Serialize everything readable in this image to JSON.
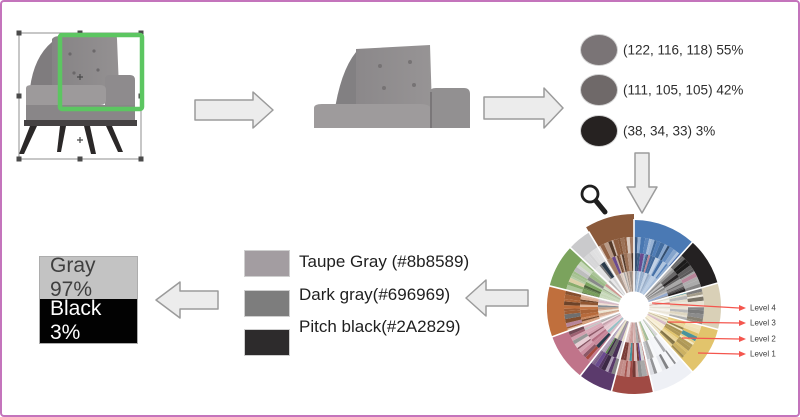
{
  "frame": {
    "border_color": "#c474bc",
    "background": "#ffffff"
  },
  "pipeline": {
    "clusters": [
      {
        "text": "(122, 116, 118) 55%",
        "rgb": [
          122,
          116,
          118
        ],
        "percent": "55%",
        "color": "#7a7476"
      },
      {
        "text": "(111, 105, 105) 42%",
        "rgb": [
          111,
          105,
          105
        ],
        "percent": "42%",
        "color": "#6f6969"
      },
      {
        "text": "(38, 34, 33) 3%",
        "rgb": [
          38,
          34,
          33
        ],
        "percent": "3%",
        "color": "#262221"
      }
    ],
    "palette": [
      {
        "label": "Taupe Gray (#8b8589)",
        "hex": "#8b8589",
        "color": "#a39da1"
      },
      {
        "label": "Dark gray(#696969)",
        "hex": "#696969",
        "color": "#7d7d7d"
      },
      {
        "label": "Pitch black(#2A2829)",
        "hex": "#2A2829",
        "color": "#2d2b2c"
      }
    ],
    "result": {
      "top": {
        "label": "Gray 97%",
        "color": "#c3c3c3",
        "text_color": "#3f3f3f"
      },
      "bottom": {
        "label": "Black 3%",
        "color": "#020202",
        "text_color": "#ffffff"
      }
    }
  },
  "wheel": {
    "levels": [
      "Level 4",
      "Level 3",
      "Level 2",
      "Level 1"
    ],
    "pointer_color": "#f4564e",
    "hole_radius": 15,
    "sectors": [
      {
        "name": "blue",
        "color": "#4a79b4",
        "start": 0,
        "end": 42
      },
      {
        "name": "black",
        "color": "#242122",
        "start": 42,
        "end": 74
      },
      {
        "name": "cream",
        "color": "#d9d0b7",
        "start": 74,
        "end": 105
      },
      {
        "name": "yellow",
        "color": "#e2c46c",
        "start": 105,
        "end": 138
      },
      {
        "name": "white",
        "color": "#eef0f5",
        "start": 138,
        "end": 167
      },
      {
        "name": "brick",
        "color": "#a04a44",
        "start": 167,
        "end": 195
      },
      {
        "name": "purple",
        "color": "#5b3a6c",
        "start": 195,
        "end": 218
      },
      {
        "name": "rose",
        "color": "#c0748a",
        "start": 218,
        "end": 250
      },
      {
        "name": "orange",
        "color": "#c06f3d",
        "start": 250,
        "end": 284
      },
      {
        "name": "green",
        "color": "#7ba35d",
        "start": 284,
        "end": 313
      },
      {
        "name": "gray",
        "color": "#cacacc",
        "start": 313,
        "end": 329
      },
      {
        "name": "brown",
        "color": "#8b5a3b",
        "start": 329,
        "end": 360,
        "pop": true
      }
    ],
    "accents": [
      "#4a6fae",
      "#a84a40",
      "#5d8a4a",
      "#c9b27c",
      "#6a4a8e",
      "#48949c",
      "#d8d8e0",
      "#2a3a4a",
      "#b8869a",
      "#ddd0a8"
    ]
  }
}
